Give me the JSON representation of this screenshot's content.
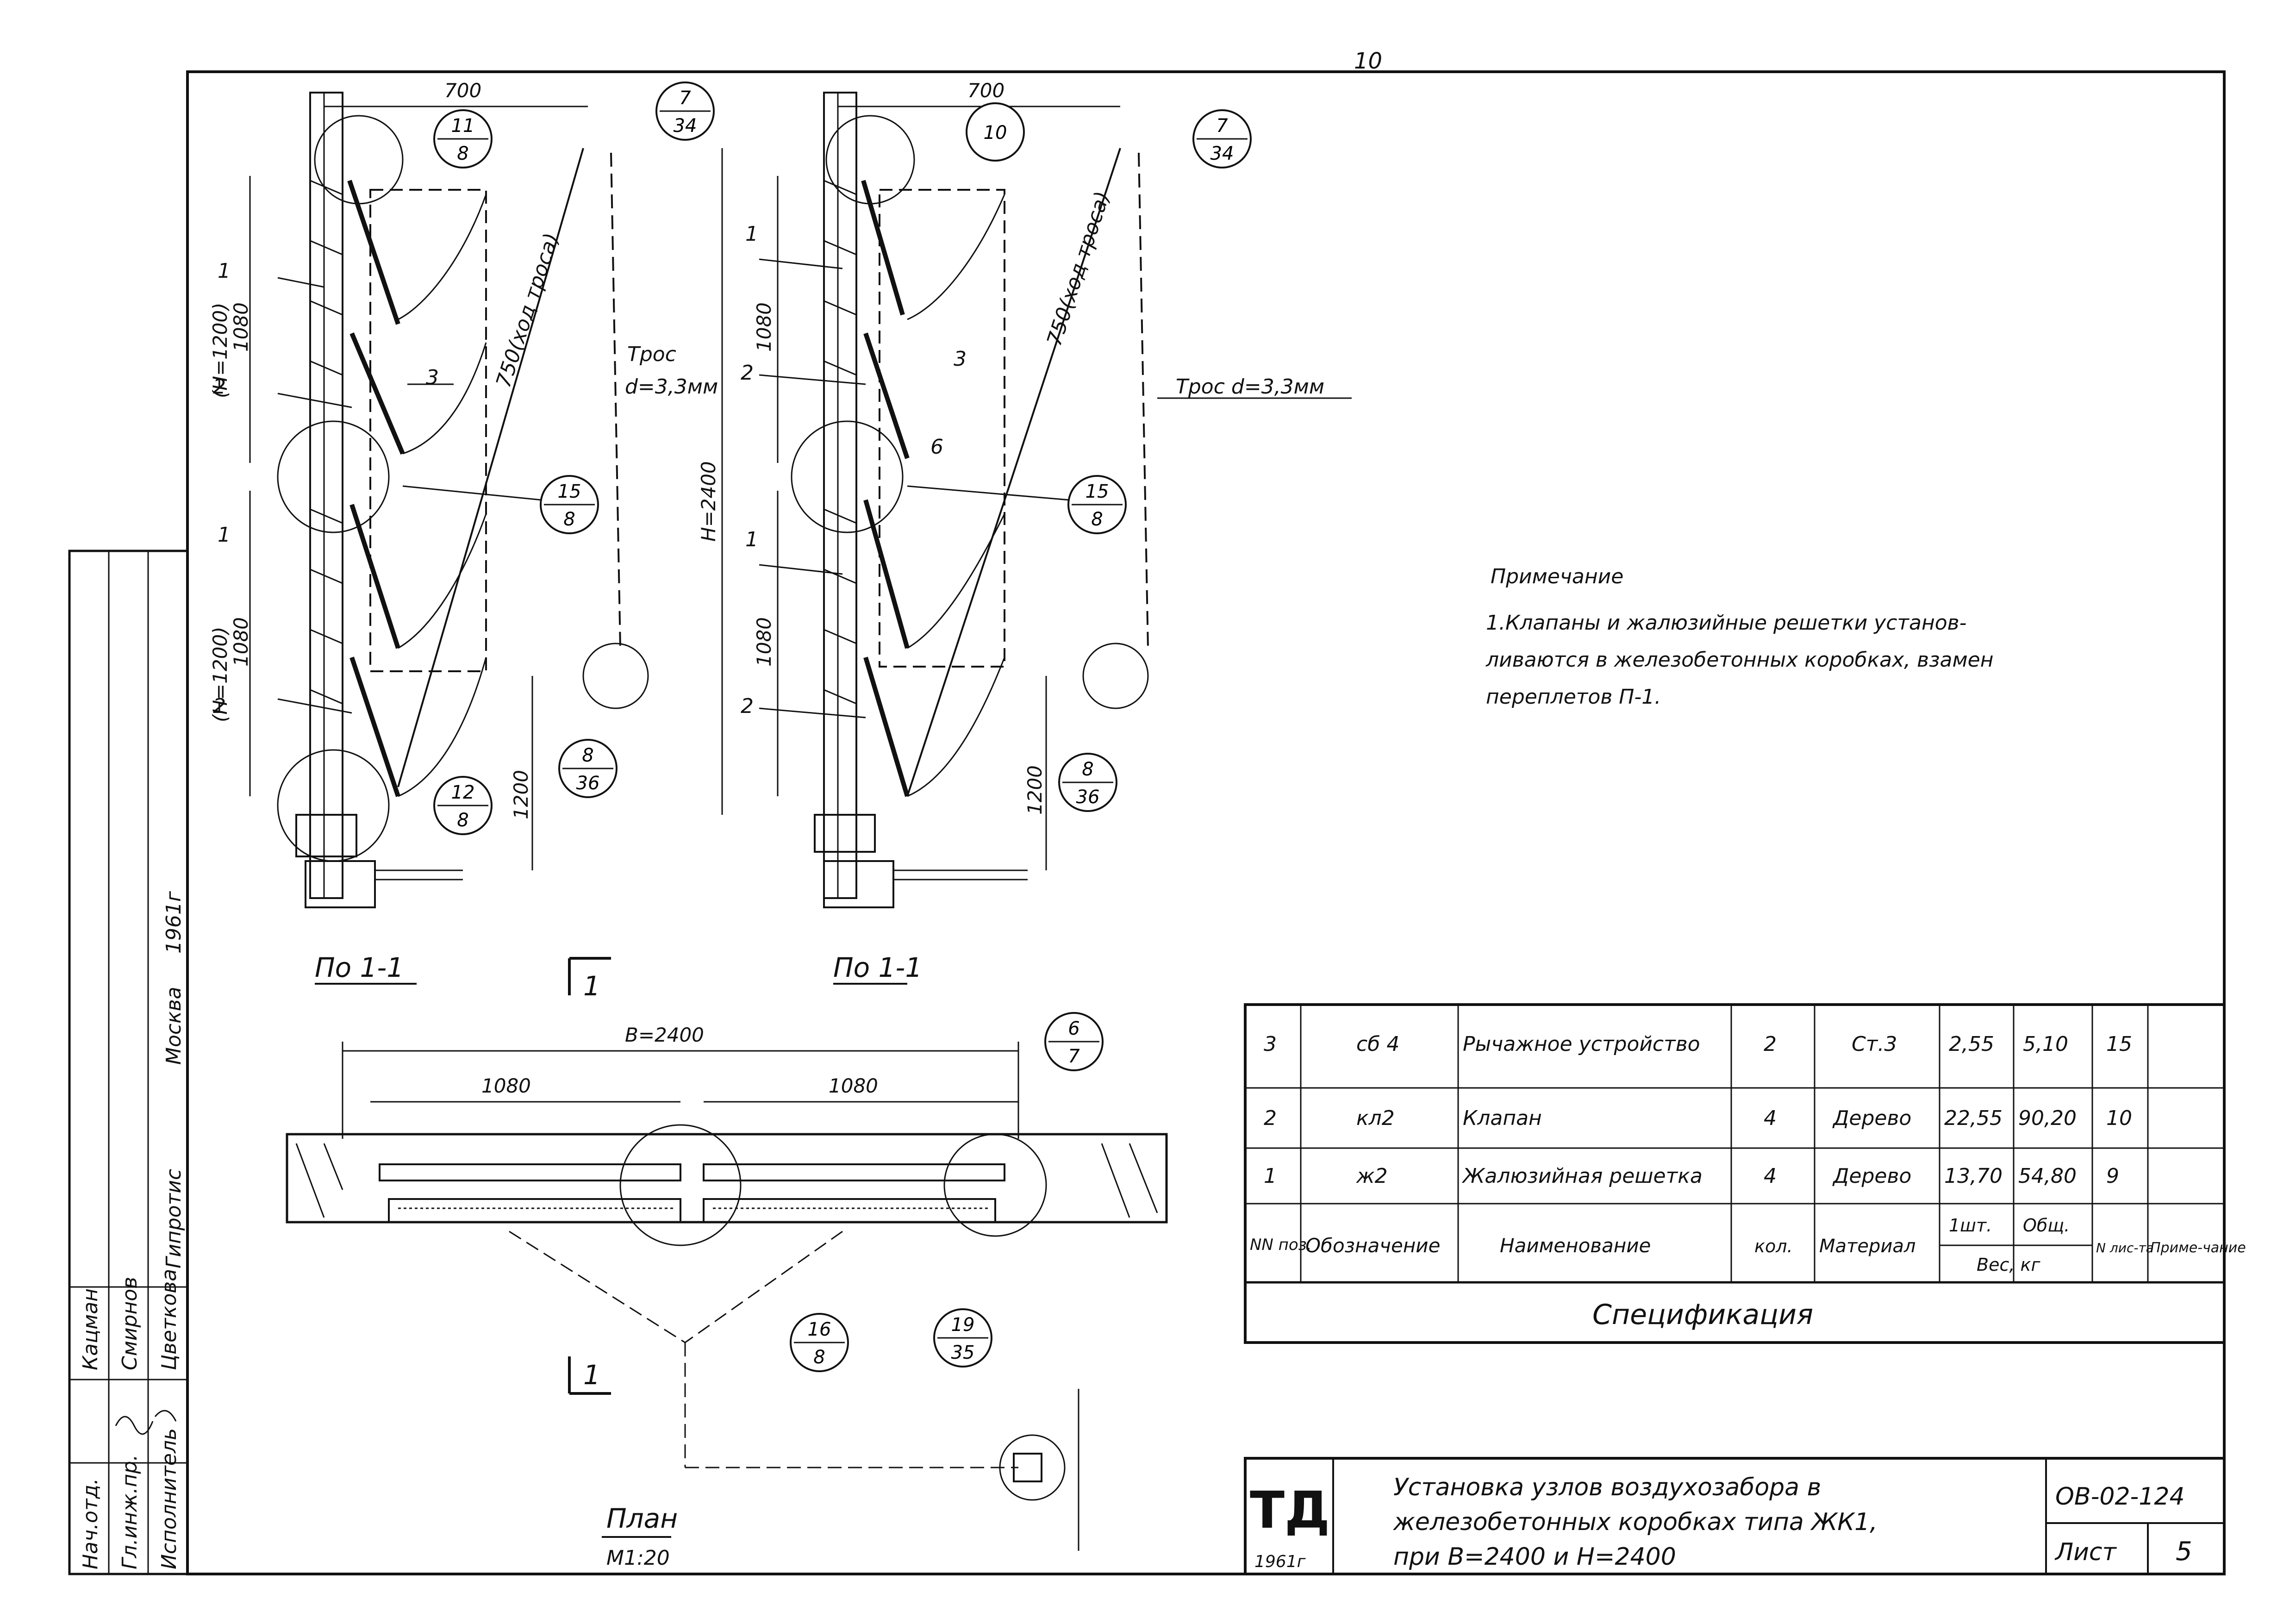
{
  "sheet_page_number": "10",
  "section_views": [
    {
      "caption": "По 1-1",
      "dims": {
        "top": "700",
        "upper_h": "(H=1200)",
        "upper_panel": "1080",
        "lower_h": "(H=1200)",
        "lower_panel": "1080",
        "bottom": "1200"
      },
      "cable_label": "Трос",
      "cable_dia": "d=3,3мм",
      "cable_len": "750(ход троса)",
      "positions": [
        "1",
        "2",
        "3",
        "1",
        "2"
      ],
      "callouts": [
        {
          "num": "11",
          "den": "8"
        },
        {
          "num": "7",
          "den": "34"
        },
        {
          "num": "15",
          "den": "8"
        },
        {
          "num": "12",
          "den": "8"
        },
        {
          "num": "8",
          "den": "36"
        }
      ]
    },
    {
      "caption": "По 1-1",
      "dims": {
        "top": "700",
        "total_h": "H=2400",
        "upper_panel": "1080",
        "lower_panel": "1080",
        "bottom": "1200"
      },
      "cable_label": "Трос d=3,3мм",
      "cable_len": "750(ход троса)",
      "positions": [
        "1",
        "2",
        "3",
        "6",
        "1",
        "2"
      ],
      "callouts": [
        {
          "num": "10",
          "den": ""
        },
        {
          "num": "7",
          "den": "34"
        },
        {
          "num": "15",
          "den": "8"
        },
        {
          "num": "8",
          "den": "36"
        }
      ]
    }
  ],
  "plan": {
    "section_mark": "1",
    "width": "B=2400",
    "left_panel": "1080",
    "right_panel": "1080",
    "caption": "План",
    "scale": "М1:20",
    "callouts": [
      {
        "num": "6",
        "den": "7"
      },
      {
        "num": "16",
        "den": "8"
      },
      {
        "num": "19",
        "den": "35"
      }
    ]
  },
  "note": {
    "title": "Примечание",
    "lines": [
      "1.Клапаны и жалюзийные решетки установ-",
      "ливаются в железобетонных коробках, взамен",
      "переплетов П-1."
    ]
  },
  "spec": {
    "title": "Спецификация",
    "header": {
      "pos": "NN поз.",
      "designation": "Обозначение",
      "name": "Наименование",
      "qty": "кол.",
      "material": "Материал",
      "unit": "1шт.",
      "total": "Общ.",
      "weight": "Вес, кг",
      "sheet": "N лис-та",
      "note": "Приме-чание"
    },
    "rows": [
      {
        "pos": "3",
        "designation": "сб 4",
        "name": "Рычажное устройство",
        "qty": "2",
        "material": "Ст.3",
        "unit": "2,55",
        "total": "5,10",
        "sheet": "15",
        "note": ""
      },
      {
        "pos": "2",
        "designation": "кл2",
        "name": "Клапан",
        "qty": "4",
        "material": "Дерево",
        "unit": "22,55",
        "total": "90,20",
        "sheet": "10",
        "note": ""
      },
      {
        "pos": "1",
        "designation": "ж2",
        "name": "Жалюзийная решетка",
        "qty": "4",
        "material": "Дерево",
        "unit": "13,70",
        "total": "54,80",
        "sheet": "9",
        "note": ""
      }
    ]
  },
  "title_block": {
    "logo": "ТД",
    "year": "1961г",
    "title_lines": [
      "Установка узлов воздухозабора в",
      "железобетонных коробках типа ЖК1,",
      "при В=2400 и Н=2400"
    ],
    "code": "ОВ-02-124",
    "sheet_label": "Лист",
    "sheet_value": "5"
  },
  "side_stamp": {
    "roles": [
      "Нач.отд.",
      "Гл.инж.пр.",
      "Исполнитель"
    ],
    "names": [
      "Кацман",
      "Смирнов",
      "Цветкова"
    ],
    "org": "Гипротис",
    "city": "Москва",
    "year": "1961г"
  }
}
